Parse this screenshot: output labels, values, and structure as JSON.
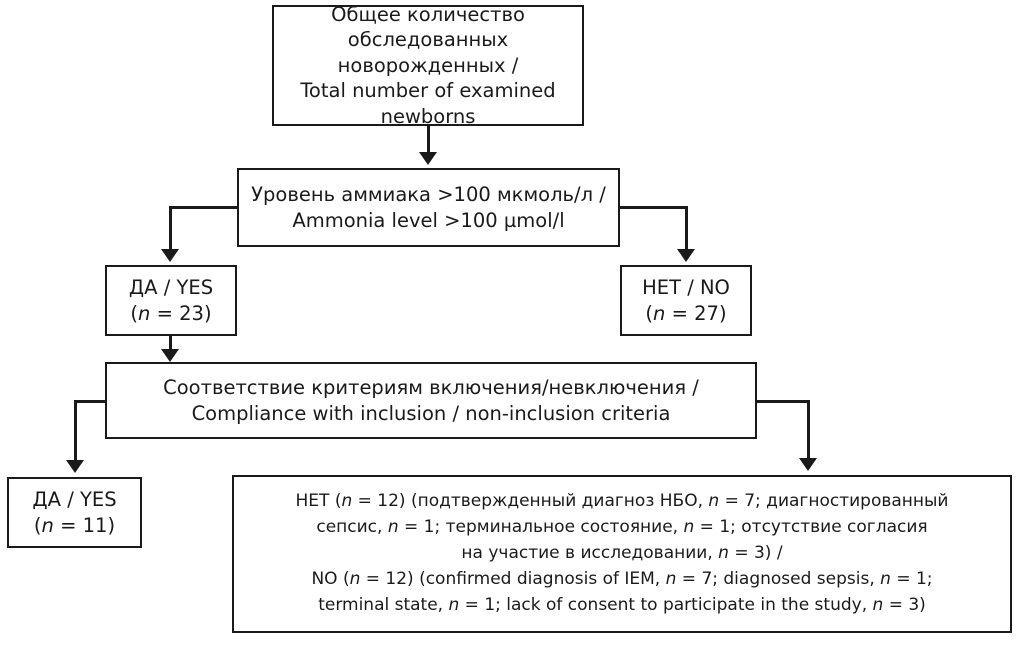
{
  "diagram": {
    "title": "Study enrollment flowchart of examined newborns",
    "background_color": "#ffffff",
    "line_color": "#1a1a1a",
    "nodes": {
      "total": {
        "id": "total-examined-newborns",
        "text": "Общее количество обследованных новорожденных /\nTotal number of examined newborns",
        "ru": "Общее количество обследованных новорожденных",
        "en": "Total number of examined newborns"
      },
      "ammonia": {
        "id": "ammonia-level-criterion",
        "text": "Уровень аммиака >100 мкмоль/л /\nAmmonia level >100 µmol/l",
        "ru": "Уровень аммиака >100 мкмоль/л",
        "en": "Ammonia level >100 µmol/l",
        "threshold": 100,
        "unit_ru": "мкмоль/л",
        "unit_en": "µmol/l"
      },
      "yes_23": {
        "id": "ammonia-yes",
        "label": "ДА / YES",
        "count_prefix": "(",
        "count_var": "n",
        "count_eq": " = ",
        "count_value": "23",
        "count_suffix": ")"
      },
      "no_27": {
        "id": "ammonia-no",
        "label": "НЕТ / NO",
        "count_prefix": "(",
        "count_var": "n",
        "count_eq": " = ",
        "count_value": "27",
        "count_suffix": ")"
      },
      "criteria": {
        "id": "inclusion-criteria",
        "text": "Соответствие критериям включения/невключения /\nCompliance with inclusion / non-inclusion criteria",
        "ru": "Соответствие критериям включения/невключения",
        "en": "Compliance with inclusion / non-inclusion criteria"
      },
      "yes_11": {
        "id": "criteria-yes",
        "label": "ДА / YES",
        "count_prefix": "(",
        "count_var": "n",
        "count_eq": " = ",
        "count_value": "11",
        "count_suffix": ")"
      },
      "no_12": {
        "id": "criteria-no-details",
        "lines_ru": [
          "НЕТ (n = 12) (подтвержденный диагноз НБО, n = 7; диагностированный",
          "сепсис, n = 1; терминальное состояние, n = 1; отсутствие согласия",
          "на участие в исследовании, n = 3) /"
        ],
        "lines_en": [
          "NO (n = 12) (confirmed diagnosis of IEM, n = 7; diagnosed sepsis, n = 1;",
          "terminal state, n = 1; lack of consent to participate in the study, n = 3)"
        ],
        "total_excluded": "12",
        "reasons": [
          {
            "ru": "подтвержденный диагноз НБО",
            "en": "confirmed diagnosis of IEM",
            "n": "7"
          },
          {
            "ru": "диагностированный сепсис",
            "en": "diagnosed sepsis",
            "n": "1"
          },
          {
            "ru": "терминальное состояние",
            "en": "terminal state",
            "n": "1"
          },
          {
            "ru": "отсутствие согласия на участие в исследовании",
            "en": "lack of consent to participate in the study",
            "n": "3"
          }
        ]
      }
    }
  }
}
